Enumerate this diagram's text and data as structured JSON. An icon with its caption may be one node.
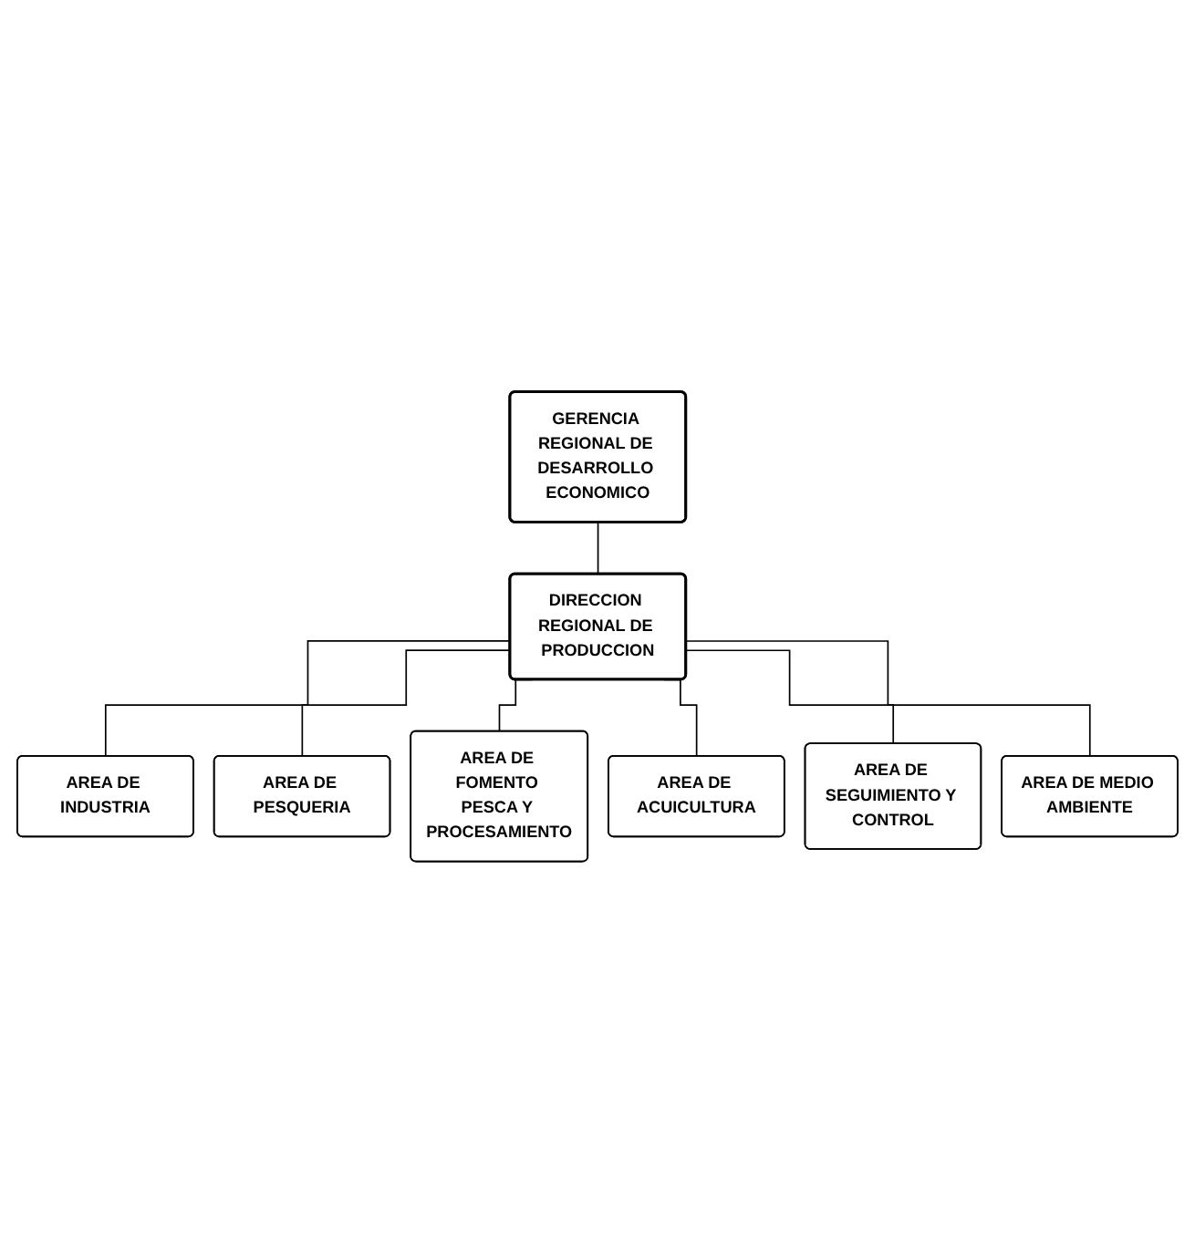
{
  "diagram": {
    "nodes": [
      {
        "text": [
          "GERENCIA REGIONAL DE DESARROLLO ECONOMICO"
        ]
      },
      {
        "text": [
          "DIRECCION REGIONAL DE PRODUCCION"
        ]
      },
      {
        "text": [
          "AREA DE INDUSTRIA"
        ]
      },
      {
        "text": [
          "AREA DE PESQUERIA"
        ]
      },
      {
        "text": [
          "AREA DE FOMENTO PESCA Y PROCESAMIENTO"
        ]
      },
      {
        "text": [
          "AREA DE ACUICULTURA"
        ]
      },
      {
        "text": [
          "AREA DE SEGUIMIENTO Y CONTROL"
        ]
      },
      {
        "text": [
          "AREA DE MEDIO AMBIENTE"
        ]
      }
    ],
    "edges": [
      {
        "from": 0,
        "to": 1,
        "arrow": "none"
      },
      {
        "from": 1,
        "to": 2,
        "arrow": "none"
      },
      {
        "from": 1,
        "to": 3,
        "arrow": "none"
      },
      {
        "from": 1,
        "to": 4,
        "arrow": "none"
      },
      {
        "from": 1,
        "to": 5,
        "arrow": "none"
      },
      {
        "from": 1,
        "to": 6,
        "arrow": "none"
      },
      {
        "from": 1,
        "to": 7,
        "arrow": "none"
      }
    ]
  }
}
